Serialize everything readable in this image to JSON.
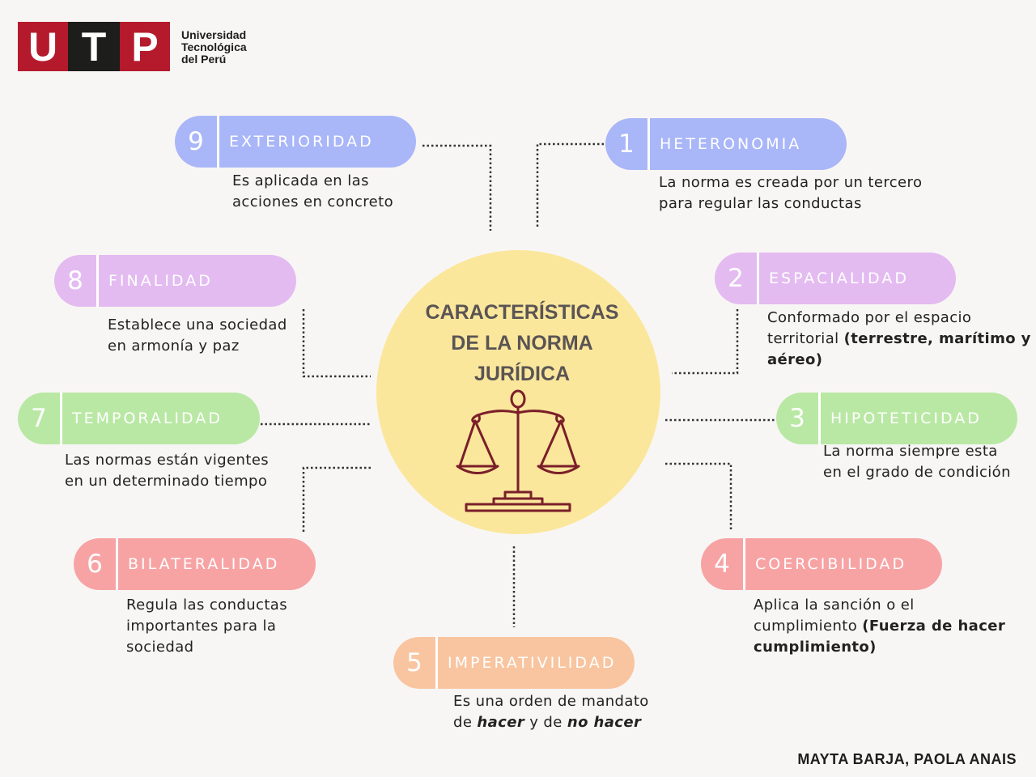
{
  "logo": {
    "letters": [
      "U",
      "T",
      "P"
    ],
    "name_lines": [
      "Universidad",
      "Tecnológica",
      "del Perú"
    ]
  },
  "center": {
    "title_lines": [
      "CARACTERÍSTICAS",
      "DE LA NORMA",
      "JURÍDICA"
    ],
    "icon": "scales-of-justice-icon"
  },
  "items": [
    {
      "num": "1",
      "label": "HETERONOMIA",
      "color": "#a9b6f8",
      "desc": [
        "La norma es creada por un tercero",
        "para regular las conductas"
      ]
    },
    {
      "num": "2",
      "label": "ESPACIALIDAD",
      "color": "#e3bbf1",
      "desc": [
        "Conformado por el espacio",
        "territorial ",
        "(terrestre, marítimo y",
        "aéreo)"
      ]
    },
    {
      "num": "3",
      "label": "HIPOTETICIDAD",
      "color": "#b9e8a4",
      "desc": [
        "La norma siempre esta",
        "en el grado de condición"
      ]
    },
    {
      "num": "4",
      "label": "COERCIBILIDAD",
      "color": "#f7a3a4",
      "desc": [
        "Aplica la sanción o el",
        "cumplimiento ",
        "(Fuerza de hacer",
        "cumplimiento)"
      ]
    },
    {
      "num": "5",
      "label": "IMPERATIVILIDAD",
      "color": "#f8c5a0",
      "desc": [
        "Es una orden de mandato",
        "de ",
        "hacer",
        " y de ",
        "no hacer"
      ]
    },
    {
      "num": "6",
      "label": "BILATERALIDAD",
      "color": "#f7a3a4",
      "desc": [
        "Regula las conductas",
        "importantes para la",
        "sociedad"
      ]
    },
    {
      "num": "7",
      "label": "TEMPORALIDAD",
      "color": "#b9e8a4",
      "desc": [
        "Las normas están vigentes",
        "en un determinado tiempo"
      ]
    },
    {
      "num": "8",
      "label": "FINALIDAD",
      "color": "#e3bbf1",
      "desc": [
        "Establece una sociedad",
        "en armonía y paz"
      ]
    },
    {
      "num": "9",
      "label": "EXTERIORIDAD",
      "color": "#a9b6f8",
      "desc": [
        "Es aplicada en las",
        "acciones en concreto"
      ]
    }
  ],
  "author": "MAYTA BARJA, PAOLA ANAIS"
}
